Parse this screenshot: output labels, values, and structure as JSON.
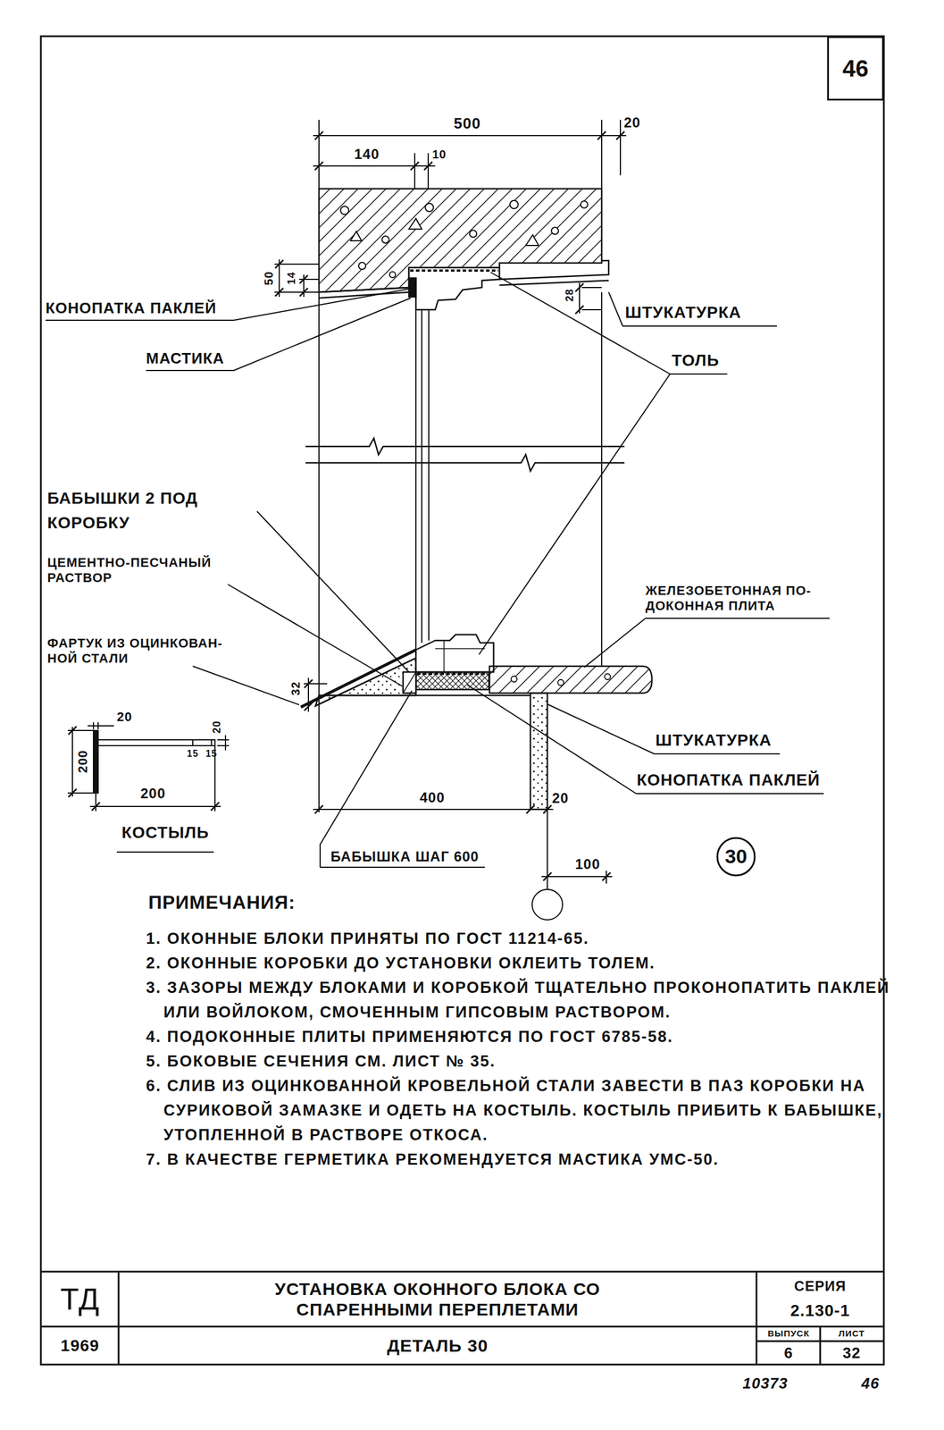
{
  "diagram": {
    "title": "УСТАНОВКА ОКОННОГО БЛОКА СО СПАРЕННЫМИ ПЕРЕПЛЕТАМИ",
    "nodes": [
      {
        "text": [
          "46"
        ]
      },
      {
        "text": [
          "30"
        ]
      }
    ],
    "labels": [
      "500",
      "20",
      "140",
      "10",
      "50",
      "14",
      "28",
      "КОНОПАТКА ПАКЛЕЙ",
      "ШТУКАТУРКА",
      "МАСТИКА",
      "ТОЛЬ",
      "БАБЫШКИ 2 ПОД КОРОБКУ",
      "ЦЕМЕНТНО-ПЕСЧАНЫЙ РАСТВОР",
      "ЖЕЛЕЗОБЕТОННАЯ ПО- ДОКОННАЯ ПЛИТА",
      "ФАРТУК ИЗ ОЦИНКОВАН- НОЙ СТАЛИ",
      "32",
      "20",
      "200",
      "20",
      "15",
      "15",
      "200",
      "КОСТЫЛЬ",
      "ШТУКАТУРКА",
      "КОНОПАТКА ПАКЛЕЙ",
      "400",
      "20",
      "БАБЫШКА ШАГ 600",
      "100",
      "ПРИМЕЧАНИЯ:",
      "1. ОКОННЫЕ БЛОКИ ПРИНЯТЫ ПО ГОСТ 11214-65.",
      "2. ОКОННЫЕ КОРОБКИ ДО УСТАНОВКИ ОКЛЕИТЬ ТОЛЕМ.",
      "3. ЗАЗОРЫ МЕЖДУ БЛОКАМИ И КОРОБКОЙ ТЩАТЕЛЬНО ПРОКОНОПАТИТЬ ПАКЛЕЙ ИЛИ ВОЙЛОКОМ, СМОЧЕННЫМ ГИПСОВЫМ РАСТВОРОМ.",
      "4. ПОДОКОННЫЕ ПЛИТЫ ПРИМЕНЯЮТСЯ ПО ГОСТ 6785-58.",
      "5. БОКОВЫЕ СЕЧЕНИЯ СМ. ЛИСТ № 35.",
      "6. СЛИВ ИЗ ОЦИНКОВАННОЙ КРОВЕЛЬНОЙ СТАЛИ ЗАВЕСТИ В ПАЗ КОРОБКИ НА СУРИКОВОЙ ЗАМАЗКЕ И ОДЕТЬ НА КОСТЫЛЬ. КОСТЫЛЬ ПРИБИТЬ К БАБЫШКЕ, УТОПЛЕННОЙ В РАСТВОРЕ ОТКОСА.",
      "7. В КАЧЕСТВЕ ГЕРМЕТИКА РЕКОМЕНДУЕТСЯ МАСТИКА УМС-50.",
      "ТД",
      "СЕРИЯ",
      "2.130-1",
      "1969",
      "ДЕТАЛЬ 30",
      "ВЫПУСК",
      "6",
      "ЛИСТ",
      "32",
      "10373",
      "46"
    ]
  }
}
